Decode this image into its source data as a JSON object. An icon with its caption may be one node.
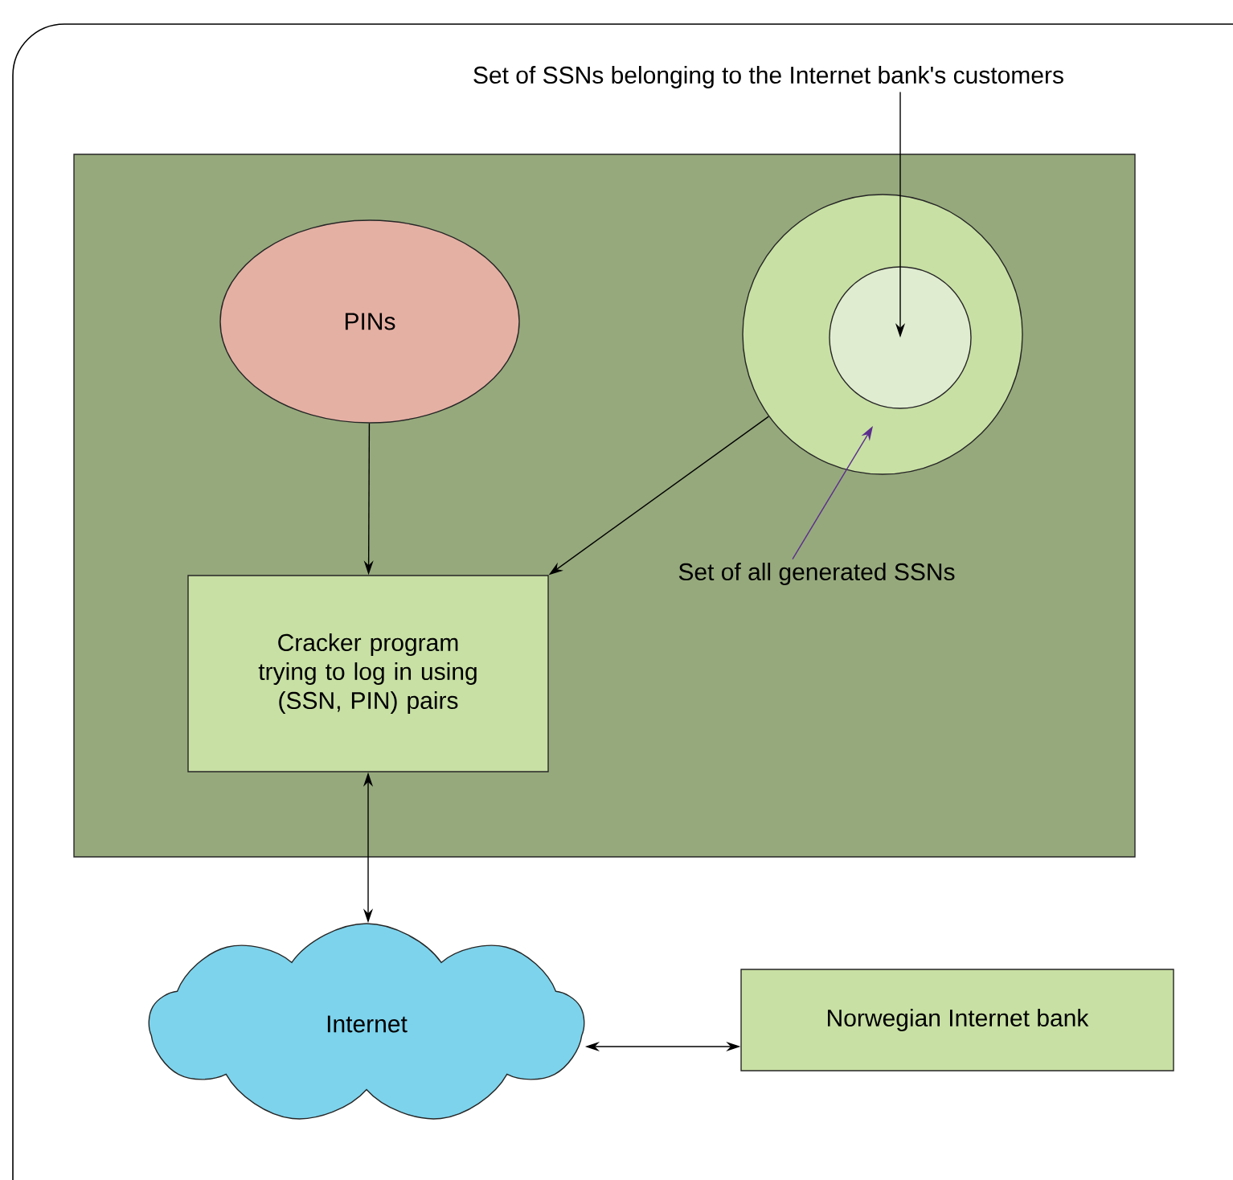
{
  "diagram": {
    "nodes": [
      {
        "text": [
          "Set of SSNs belonging to the Internet bank's customers"
        ]
      },
      {
        "text": [],
        "shape": "box"
      },
      {
        "text": [
          "PINs"
        ],
        "in": 1
      },
      {
        "text": [],
        "shape": "circle",
        "in": 1
      },
      {
        "text": [],
        "shape": "circle",
        "in": 3
      },
      {
        "text": [
          "Cracker program trying to log in using (SSN, PIN) pairs"
        ],
        "in": 1
      },
      {
        "text": [
          "Set of all generated SSNs"
        ],
        "in": 1
      },
      {
        "text": [
          "Internet"
        ]
      },
      {
        "text": [
          "Norwegian Internet bank"
        ]
      }
    ],
    "edges": [
      {
        "from": 0,
        "to": 4,
        "arrow": "to"
      },
      {
        "from": 2,
        "to": 5,
        "arrow": "to"
      },
      {
        "from": 3,
        "to": 5,
        "arrow": "to"
      },
      {
        "from": 6,
        "to": 3,
        "arrow": "to",
        "color": "#5b2d8e"
      },
      {
        "from": 5,
        "to": 7,
        "arrow": "both"
      },
      {
        "from": 7,
        "to": 8,
        "arrow": "both"
      }
    ]
  }
}
